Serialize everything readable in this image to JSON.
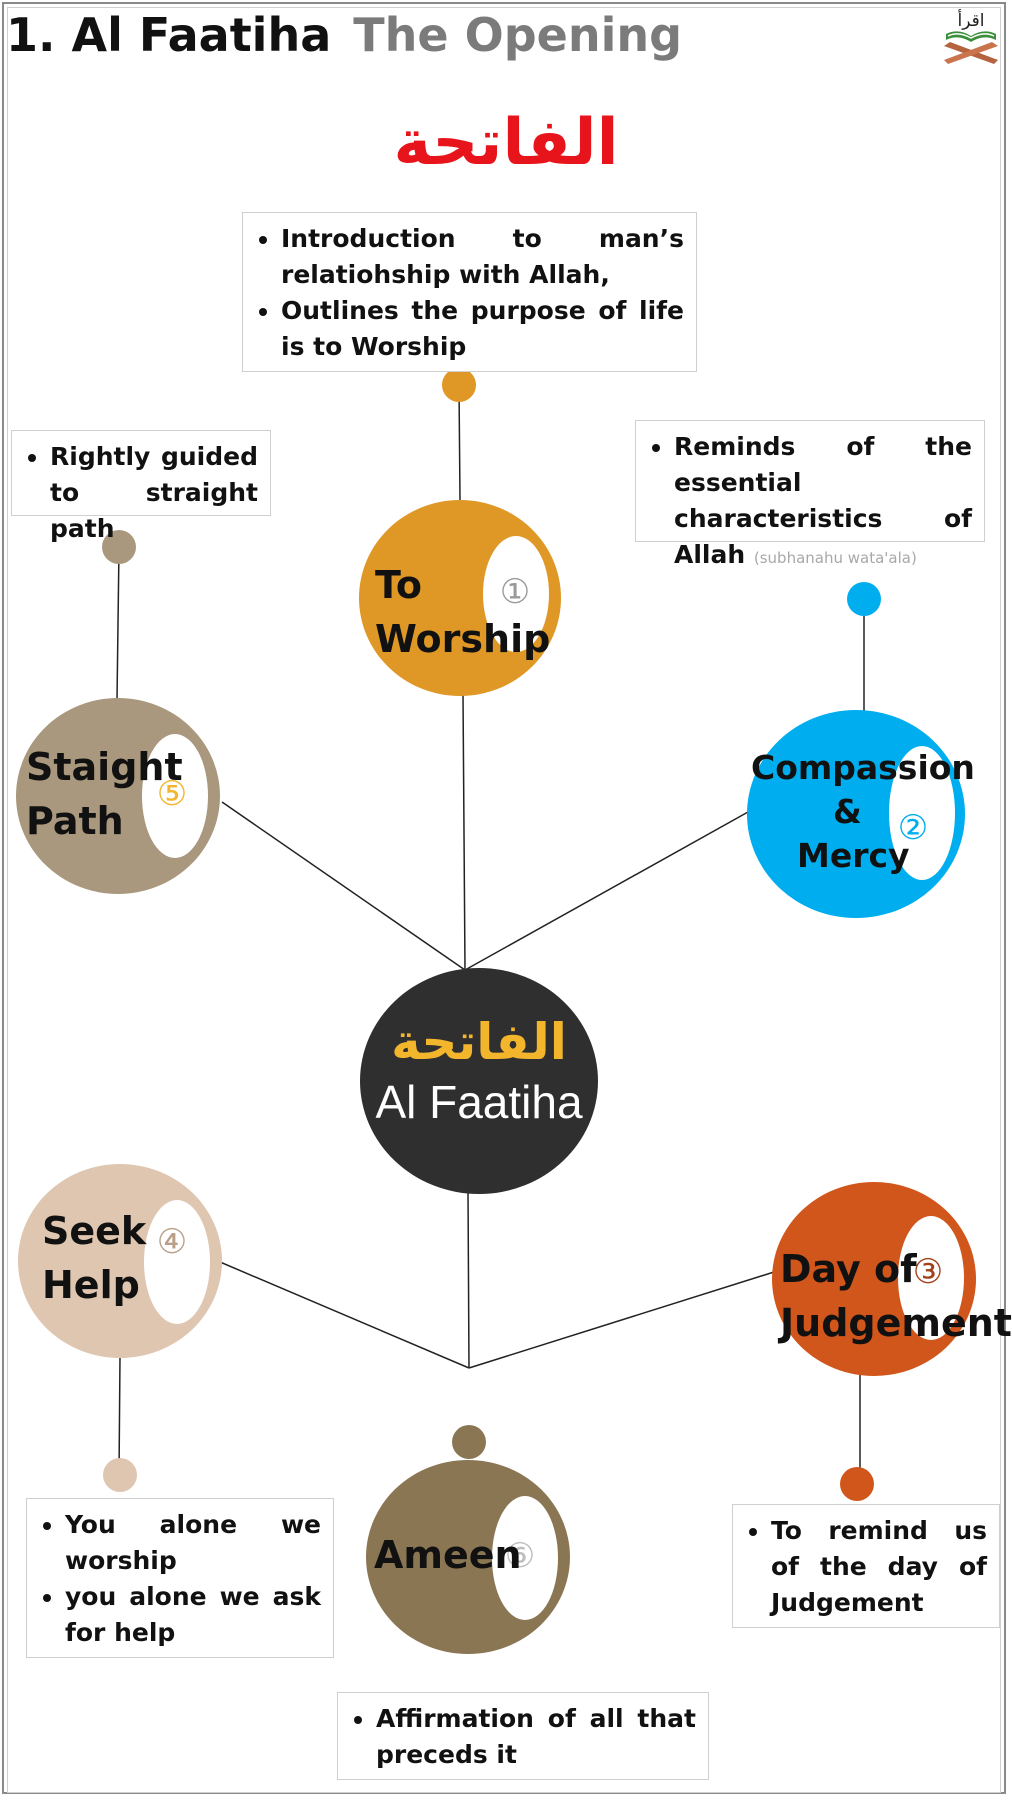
{
  "header": {
    "title_main": "1.  Al Faatiha",
    "title_sub": "The Opening",
    "logo_text": "اقرأ",
    "logo_icon": "open-quran-on-stand-icon"
  },
  "arabic_title": "الفاتحة",
  "center": {
    "arabic": "الفاتحة",
    "english": "Al Faatiha"
  },
  "colors": {
    "worship": "#df9826",
    "compassion": "#00aeef",
    "judgement": "#d1561b",
    "seek_help": "#dfc6b0",
    "straight_path": "#a9987d",
    "ameen": "#8b7654",
    "center": "#2f2f2f",
    "title_red": "#e8141b"
  },
  "nodes": {
    "worship": {
      "label_1": "To",
      "label_2": "Worship",
      "number": "①"
    },
    "compassion": {
      "label_1": "Compassion",
      "label_2": "&",
      "label_3": "Mercy",
      "number": "②"
    },
    "judgement": {
      "label_1": "Day of",
      "label_2": "Judgement",
      "number": "③"
    },
    "seek_help": {
      "label_1": "Seek",
      "label_2": "Help",
      "number": "④"
    },
    "straight_path": {
      "label_1": "Staight",
      "label_2": "Path",
      "number": "⑤"
    },
    "ameen": {
      "label_1": "Ameen",
      "number": "⑥"
    }
  },
  "boxes": {
    "worship": [
      "Introduction to man’s relatiohship with Allah,",
      "Outlines the purpose of life is to Worship"
    ],
    "compassion": {
      "main": "Reminds of the essential characteristics of Allah",
      "note": "(subhanahu wata'ala)"
    },
    "straight_path": [
      "Rightly guided to straight path"
    ],
    "seek_help": [
      "You alone we worship",
      "you alone we ask for help"
    ],
    "judgement": [
      "To remind us of the day of Judgement"
    ],
    "ameen": [
      "Affirmation of all that preceds it"
    ]
  }
}
